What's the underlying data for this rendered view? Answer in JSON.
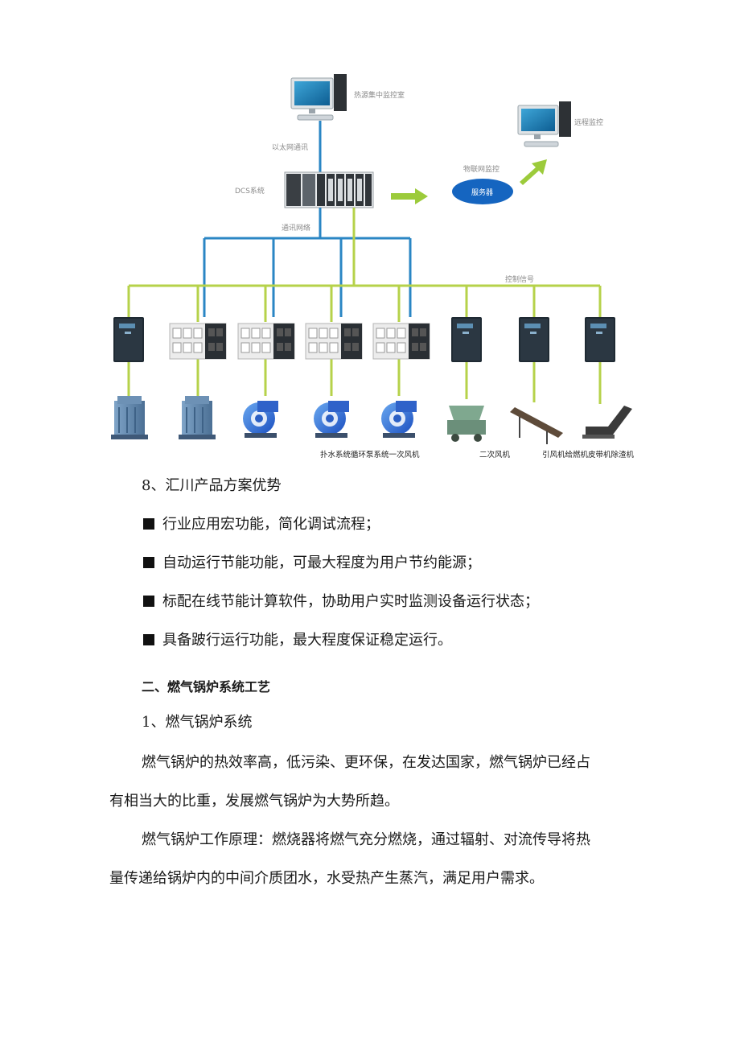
{
  "diagram": {
    "labels": {
      "heat_monitor": "热源集中监控室",
      "remote_monitor": "远程监控",
      "ethernet": "以太网通讯",
      "iot_monitor": "物联网监控",
      "server": "服务器",
      "dcs": "DCS系统",
      "comm_network": "通讯网络",
      "control_signal": "控制信号",
      "caption_pumps": "扑水系统循环泵系统一次风机",
      "caption_secondary_fan": "二次风机",
      "caption_right": "引风机给燃机皮带机除渣机"
    },
    "colors": {
      "blue_line": "#2a86c4",
      "green_line": "#b6d24a",
      "server": "#1565c0",
      "arrow": "#9ccb3b"
    }
  },
  "content": {
    "section8_heading": "8、汇川产品方案优势",
    "bullets": [
      "行业应用宏功能，简化调试流程；",
      "自动运行节能功能，可最大程度为用户节约能源；",
      "标配在线节能计算软件，协助用户实时监测设备运行状态；",
      "具备跛行运行功能，最大程度保证稳定运行。"
    ],
    "section2_heading": "二、燃气锅炉系统工艺",
    "sub1_heading": "1、燃气锅炉系统",
    "para1_line1": "燃气锅炉的热效率高，低污染、更环保，在发达国家，燃气锅炉已经占",
    "para1_line2": "有相当大的比重，发展燃气锅炉为大势所趋。",
    "para2_line1": "燃气锅炉工作原理：燃烧器将燃气充分燃烧，通过辐射、对流传导将热",
    "para2_line2": "量传递给锅炉内的中间介质团水，水受热产生蒸汽，满足用户需求。"
  }
}
